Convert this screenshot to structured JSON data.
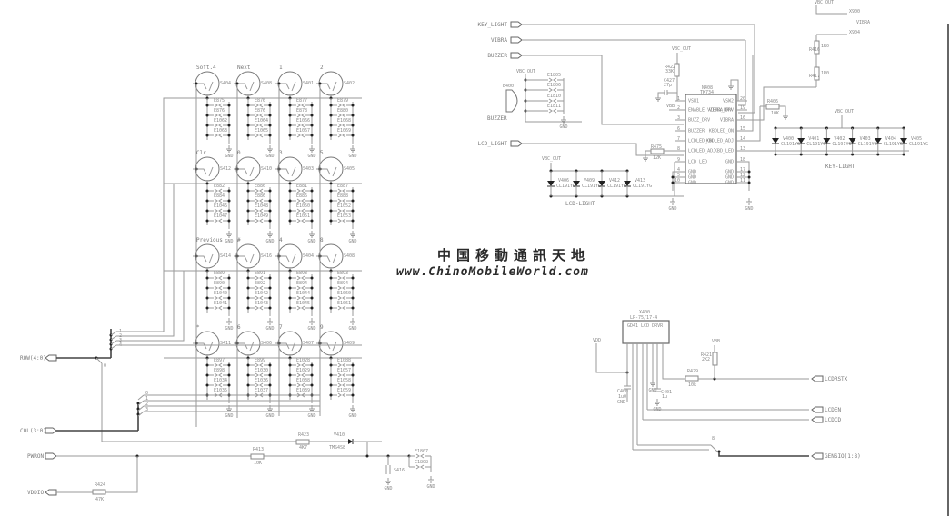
{
  "watermark": {
    "chinese": "中国移動通訊天地",
    "url": "www.ChinoMobileWorld.com"
  },
  "keypad": {
    "rows": [
      [
        {
          "key": "Soft.4",
          "ref": "S404",
          "caps": [
            "E875",
            "E876",
            "E1062",
            "E1063"
          ]
        },
        {
          "key": "Next",
          "ref": "S408",
          "caps": [
            "E876",
            "E876",
            "E1064",
            "E1065"
          ]
        },
        {
          "key": "1",
          "ref": "S401",
          "caps": [
            "E877",
            "E878",
            "E1066",
            "E1067"
          ]
        },
        {
          "key": "2",
          "ref": "S402",
          "caps": [
            "E879",
            "E880",
            "E1068",
            "E1069"
          ]
        }
      ],
      [
        {
          "key": "Clr",
          "ref": "S412",
          "caps": [
            "E882",
            "E884",
            "E1046",
            "E1047"
          ]
        },
        {
          "key": "0",
          "ref": "S410",
          "caps": [
            "E886",
            "E886",
            "E1048",
            "E1049"
          ]
        },
        {
          "key": "3",
          "ref": "S403",
          "caps": [
            "E881",
            "E886",
            "E1050",
            "E1051"
          ]
        },
        {
          "key": "5",
          "ref": "S405",
          "caps": [
            "E887",
            "E888",
            "E1052",
            "E1053"
          ]
        }
      ],
      [
        {
          "key": "Previous",
          "ref": "S414",
          "caps": [
            "E889",
            "E890",
            "E1040",
            "E1041"
          ]
        },
        {
          "key": "#",
          "ref": "S416",
          "caps": [
            "E891",
            "E892",
            "E1042",
            "E1043"
          ]
        },
        {
          "key": "4",
          "ref": "S404",
          "caps": [
            "E893",
            "E894",
            "E1044",
            "E1045"
          ]
        },
        {
          "key": "8",
          "ref": "S408",
          "caps": [
            "E893",
            "E894",
            "E1060",
            "E1061"
          ]
        }
      ],
      [
        {
          "key": "*",
          "ref": "S411",
          "caps": [
            "E897",
            "E898",
            "E1034",
            "E1035"
          ]
        },
        {
          "key": "6",
          "ref": "S406",
          "caps": [
            "E899",
            "E1030",
            "E1036",
            "E1037"
          ]
        },
        {
          "key": "7",
          "ref": "S407",
          "caps": [
            "E1028",
            "E1029",
            "E1038",
            "E1039"
          ]
        },
        {
          "key": "9",
          "ref": "S409",
          "caps": [
            "E1088",
            "E1057",
            "E1058",
            "E1059"
          ]
        }
      ]
    ],
    "gnd": "GND"
  },
  "left_ports": {
    "row_bus": "ROW(4:0)",
    "row_bus_tap": "0",
    "row_taps": [
      "1",
      "2",
      "3",
      "4"
    ],
    "col_bus": "COL(3:0)",
    "col_taps": [
      "0",
      "1",
      "2",
      "3"
    ],
    "pwron": "PWRON",
    "vddio": "VDDIO"
  },
  "power_section": {
    "r424": {
      "ref": "R424",
      "value": "47K"
    },
    "r413": {
      "ref": "R413",
      "value": "10K"
    },
    "r423": {
      "ref": "R423",
      "value": "4K7"
    },
    "diode": {
      "ref": "V410",
      "value": "TMS4S8"
    },
    "switch": {
      "ref": "S416"
    },
    "caps": [
      "E1807",
      "E1808"
    ],
    "gnd": "GND"
  },
  "driver": {
    "ports": [
      "KEY_LIGHT",
      "VIBRA",
      "BUZZER",
      "LCD_LIGHT"
    ],
    "buzzer": {
      "ref": "B400",
      "label": "BUZZER",
      "supply": "VBC_OUT",
      "caps": [
        "E1805",
        "E1806",
        "E1810",
        "E1811"
      ],
      "gnd": "GND"
    },
    "chip": {
      "ref": "N408",
      "part": "TK734",
      "left_pins": [
        {
          "num": "1",
          "name": "VSW1"
        },
        {
          "num": "2",
          "name": "ENABLE VIBRA_DRV"
        },
        {
          "num": "3",
          "name": "BUZZ_DRV"
        },
        {
          "num": "6",
          "name": "BUZZER"
        },
        {
          "num": "7",
          "name": "LCDLED_ON"
        },
        {
          "num": "8",
          "name": "LCDLED_ADJ"
        },
        {
          "num": "9",
          "name": "LCD_LED"
        },
        {
          "num": "4",
          "name": "GND"
        },
        {
          "num": "5",
          "name": "GND"
        },
        {
          "num": "10",
          "name": "GND"
        }
      ],
      "right_pins": [
        {
          "num": "20",
          "name": "VSW2"
        },
        {
          "num": "19",
          "name": "VIBRA_DRV"
        },
        {
          "num": "16",
          "name": "VIBRA"
        },
        {
          "num": "15",
          "name": "KBDLED_ON"
        },
        {
          "num": "14",
          "name": "KBDLED_ADJ"
        },
        {
          "num": "13",
          "name": "KBD_LED"
        },
        {
          "num": "18",
          "name": "GND"
        },
        {
          "num": "17",
          "name": "GND"
        },
        {
          "num": "12",
          "name": "GND"
        },
        {
          "num": "11",
          "name": "GND"
        }
      ]
    },
    "r422": {
      "ref": "R422",
      "value": "33K"
    },
    "c427": {
      "ref": "C427",
      "value": "27p"
    },
    "vbb": "VBB",
    "vbc_out": "VBC_OUT",
    "r475": {
      "ref": "R475",
      "value": "12K"
    },
    "r406": {
      "ref": "R406",
      "value": "10K"
    }
  },
  "vibra": {
    "supply": "VBC_OUT",
    "connectors": [
      "X900",
      "X904"
    ],
    "label": "VIBRA",
    "r416": {
      "ref": "R416",
      "value": "1R0"
    },
    "r417": {
      "ref": "R417",
      "value": "1R0"
    }
  },
  "key_light": {
    "supply": "VBC_OUT",
    "label": "KEY-LIGHT",
    "leds": [
      {
        "ref": "V400",
        "part": "CL191YG"
      },
      {
        "ref": "V401",
        "part": "CL191YG"
      },
      {
        "ref": "V402",
        "part": "CL191YG"
      },
      {
        "ref": "V403",
        "part": "CL191YG"
      },
      {
        "ref": "V404",
        "part": "CL191YG"
      },
      {
        "ref": "V405",
        "part": "CL191YG"
      }
    ]
  },
  "lcd_light": {
    "supply": "VBC_OUT",
    "label": "LCD-LIGHT",
    "leds": [
      {
        "ref": "V406",
        "part": "CL191YG"
      },
      {
        "ref": "V409",
        "part": "CL191YG"
      },
      {
        "ref": "V412",
        "part": "CL191YG"
      },
      {
        "ref": "V413",
        "part": "CL191YG"
      }
    ]
  },
  "lcd": {
    "ref": "X400",
    "part": "LP-75/17-4",
    "desc": "GD41 LCD DRVR",
    "vdd": "VDD",
    "vbb": "VBB",
    "c400": {
      "ref": "C400",
      "value": "1u0"
    },
    "c401": {
      "ref": "C401",
      "value": "1u"
    },
    "r429": {
      "ref": "R429",
      "value": "10k"
    },
    "r421": {
      "ref": "R421",
      "value": "2K2"
    },
    "gnd": "GND",
    "bus_tap": "8",
    "ports": [
      "LCDRSTX",
      "LCDEN",
      "LCDCD",
      "GENSIO(1:8)"
    ]
  }
}
